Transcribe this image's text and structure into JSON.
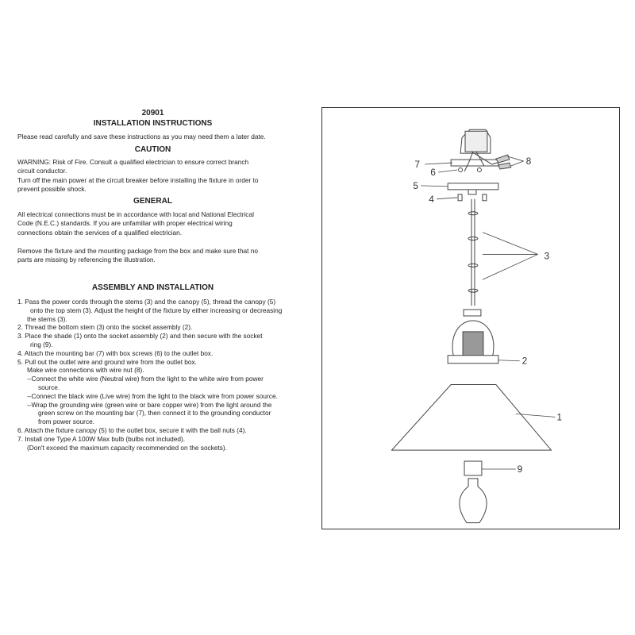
{
  "header": {
    "model": "20901",
    "title": "INSTALLATION INSTRUCTIONS",
    "intro": "Please read carefully and save these instructions as you may need them a later date."
  },
  "caution": {
    "heading": "CAUTION",
    "lines": [
      "WARNING:  Risk of Fire.  Consult a qualified electrician to ensure correct branch",
      "circuit conductor.",
      "Turn off the main power at the circuit breaker before installing the fixture in order to",
      "prevent possible shock."
    ]
  },
  "general": {
    "heading": "GENERAL",
    "para1": [
      "All electrical connections must be in accordance with local and National Electrical",
      "Code (N.E.C.) standards.  If you are unfamiliar with proper electrical wiring",
      "connections obtain the services of a qualified electrician."
    ],
    "para2": [
      "Remove the fixture and the mounting package from the box and make sure that no",
      "parts are missing by referencing the illustration."
    ]
  },
  "assembly": {
    "heading": "ASSEMBLY AND INSTALLATION",
    "lines": [
      "1. Pass the power cords through the stems (3) and the canopy (5), thread the canopy (5)",
      "onto the top stem (3). Adjust the height of the fixture by either increasing or decreasing",
      "the stems (3).",
      "2. Thread the bottom stem (3) onto the socket assembly (2).",
      "3. Place the shade (1) onto the socket assembly (2) and then secure with the socket",
      "ring (9).",
      "4. Attach the mounting bar (7) with box screws (6) to the outlet box.",
      "5. Pull out the outlet wire and ground wire from the outlet box.",
      "Make wire connections with wire nut (8).",
      "--Connect the white wire (Neutral wire) from the light to the white wire from power",
      "source.",
      "--Connect the black wire (Live wire) from the light to the black wire from power source.",
      "--Wrap the grounding wire (green wire or bare copper wire) from the light around the",
      "green screw on the mounting bar (7), then connect it to the grounding conductor",
      "from power source.",
      "6. Attach the fixture canopy (5) to the outlet box, secure it with the ball nuts (4).",
      "7. Install one Type A 100W Max bulb (bulbs not included).",
      "(Don't exceed the maximum capacity recommended on the sockets)."
    ]
  },
  "diagram": {
    "labels": {
      "l1": "1",
      "l2": "2",
      "l3": "3",
      "l4": "4",
      "l5": "5",
      "l6": "6",
      "l7": "7",
      "l8": "8",
      "l9": "9"
    }
  }
}
